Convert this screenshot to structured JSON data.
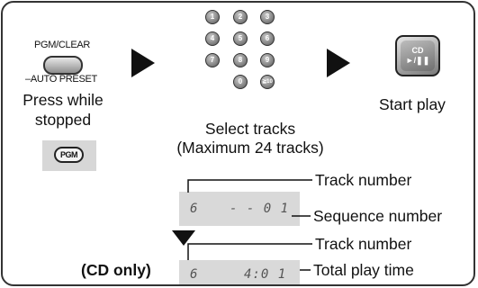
{
  "step1": {
    "button_top_label": "PGM/CLEAR",
    "button_bottom_label": "–AUTO PRESET",
    "caption_line1": "Press while",
    "caption_line2": "stopped",
    "indicator_label": "PGM"
  },
  "step2": {
    "keys": [
      "1",
      "2",
      "3",
      "4",
      "5",
      "6",
      "7",
      "8",
      "9",
      "0",
      "≧10"
    ],
    "caption_line1": "Select tracks",
    "caption_line2": "(Maximum 24 tracks)"
  },
  "step3": {
    "button_line1": "CD",
    "button_line2": "►/❚❚",
    "caption": "Start play"
  },
  "display1": {
    "track_digit": "6",
    "sequence_value": "- - 0 1",
    "label_track": "Track number",
    "label_sequence": "Sequence number"
  },
  "display2": {
    "prefix": "(CD only)",
    "track_digit": "6",
    "time_value": "4:0 1",
    "label_track": "Track number",
    "label_time": "Total play time"
  }
}
